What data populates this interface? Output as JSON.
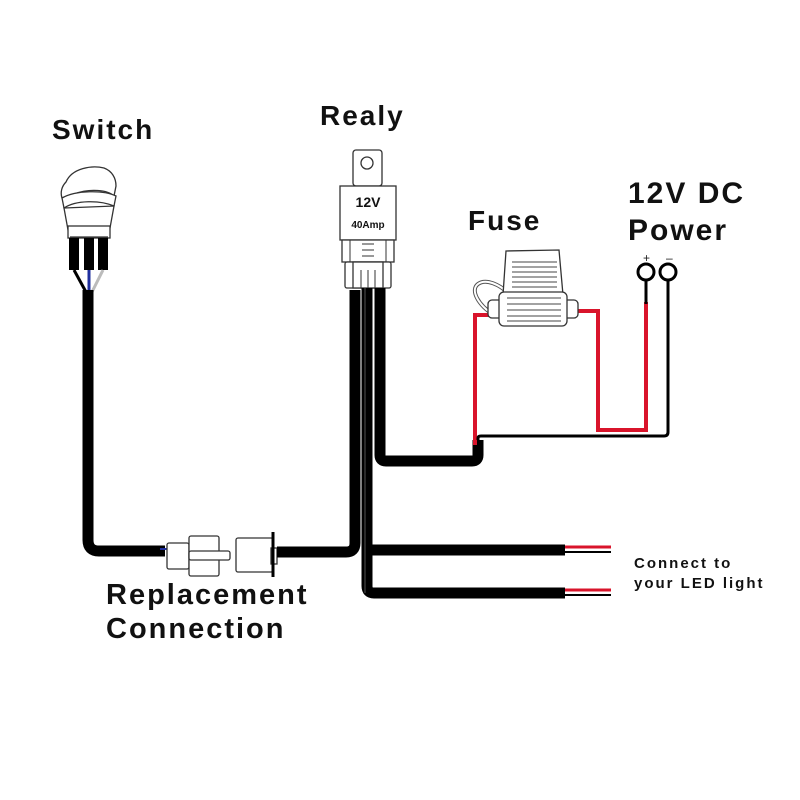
{
  "title": "Relay wiring harness diagram",
  "labels": {
    "switch": "Switch",
    "relay": "Realy",
    "relay_voltage": "12V",
    "relay_current": "40Amp",
    "fuse": "Fuse",
    "power_line1": "12V DC",
    "power_line2": "Power",
    "plus": "+",
    "minus": "–",
    "replacement_line1": "Replacement",
    "replacement_line2": "Connection",
    "led_line1": "Connect to",
    "led_line2": "your LED light"
  },
  "colors": {
    "wire_black": "#000000",
    "wire_red": "#d9142b",
    "switch_wire_blue": "#1f2f9e",
    "switch_wire_gray": "#bbbbbb"
  },
  "components": [
    {
      "id": "switch",
      "type": "rocker-switch",
      "pins": 3
    },
    {
      "id": "relay",
      "type": "relay",
      "rating": "12V 40Amp"
    },
    {
      "id": "fuse",
      "type": "inline-blade-fuse"
    },
    {
      "id": "power",
      "type": "ring-terminals",
      "terminals": [
        "+",
        "–"
      ]
    },
    {
      "id": "replacement-connector",
      "type": "plug-connector"
    },
    {
      "id": "led-outputs",
      "type": "wire-ends",
      "count": 2
    }
  ]
}
